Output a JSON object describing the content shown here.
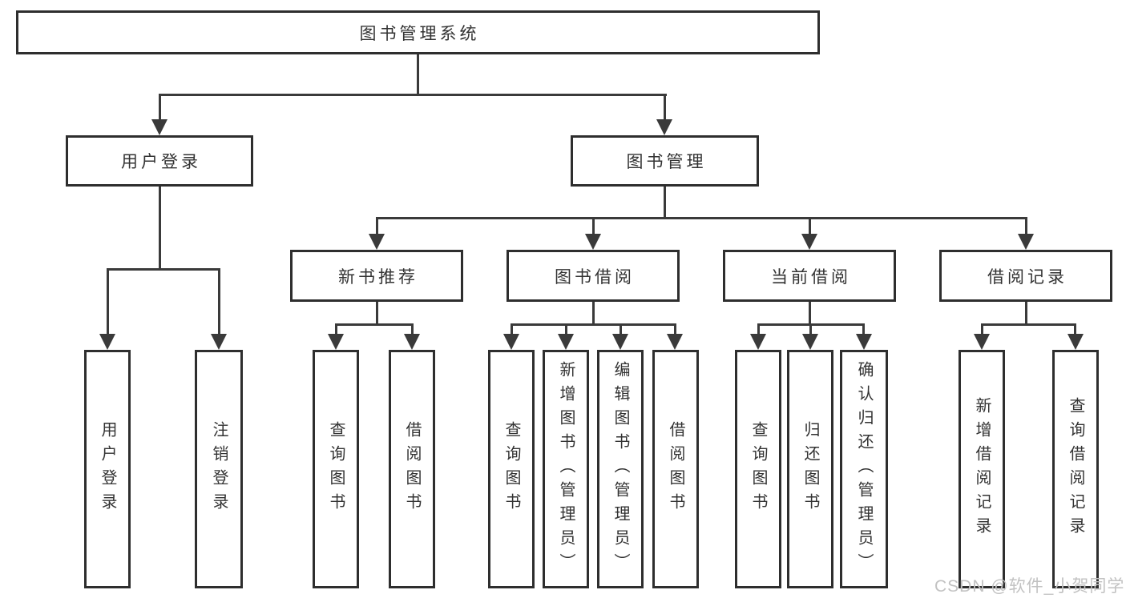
{
  "tree": {
    "label": "图书管理系统",
    "children": [
      {
        "label": "用户登录",
        "children": [
          {
            "label": "用户登录"
          },
          {
            "label": "注销登录"
          }
        ]
      },
      {
        "label": "图书管理",
        "children": [
          {
            "label": "新书推荐",
            "children": [
              {
                "label": "查询图书"
              },
              {
                "label": "借阅图书"
              }
            ]
          },
          {
            "label": "图书借阅",
            "children": [
              {
                "label": "查询图书"
              },
              {
                "label": "新增图书（管理员）"
              },
              {
                "label": "编辑图书（管理员）"
              },
              {
                "label": "借阅图书"
              }
            ]
          },
          {
            "label": "当前借阅",
            "children": [
              {
                "label": "查询图书"
              },
              {
                "label": "归还图书"
              },
              {
                "label": "确认归还（管理员）"
              }
            ]
          },
          {
            "label": "借阅记录",
            "children": [
              {
                "label": "新增借阅记录"
              },
              {
                "label": "查询借阅记录"
              }
            ]
          }
        ]
      }
    ]
  },
  "watermark": "CSDN @软件_小贺同学",
  "colors": {
    "line": "#3a3a3a",
    "box_border": "#2e2e2e",
    "text": "#333333",
    "watermark": "#c2c2c2",
    "background": "#ffffff"
  }
}
